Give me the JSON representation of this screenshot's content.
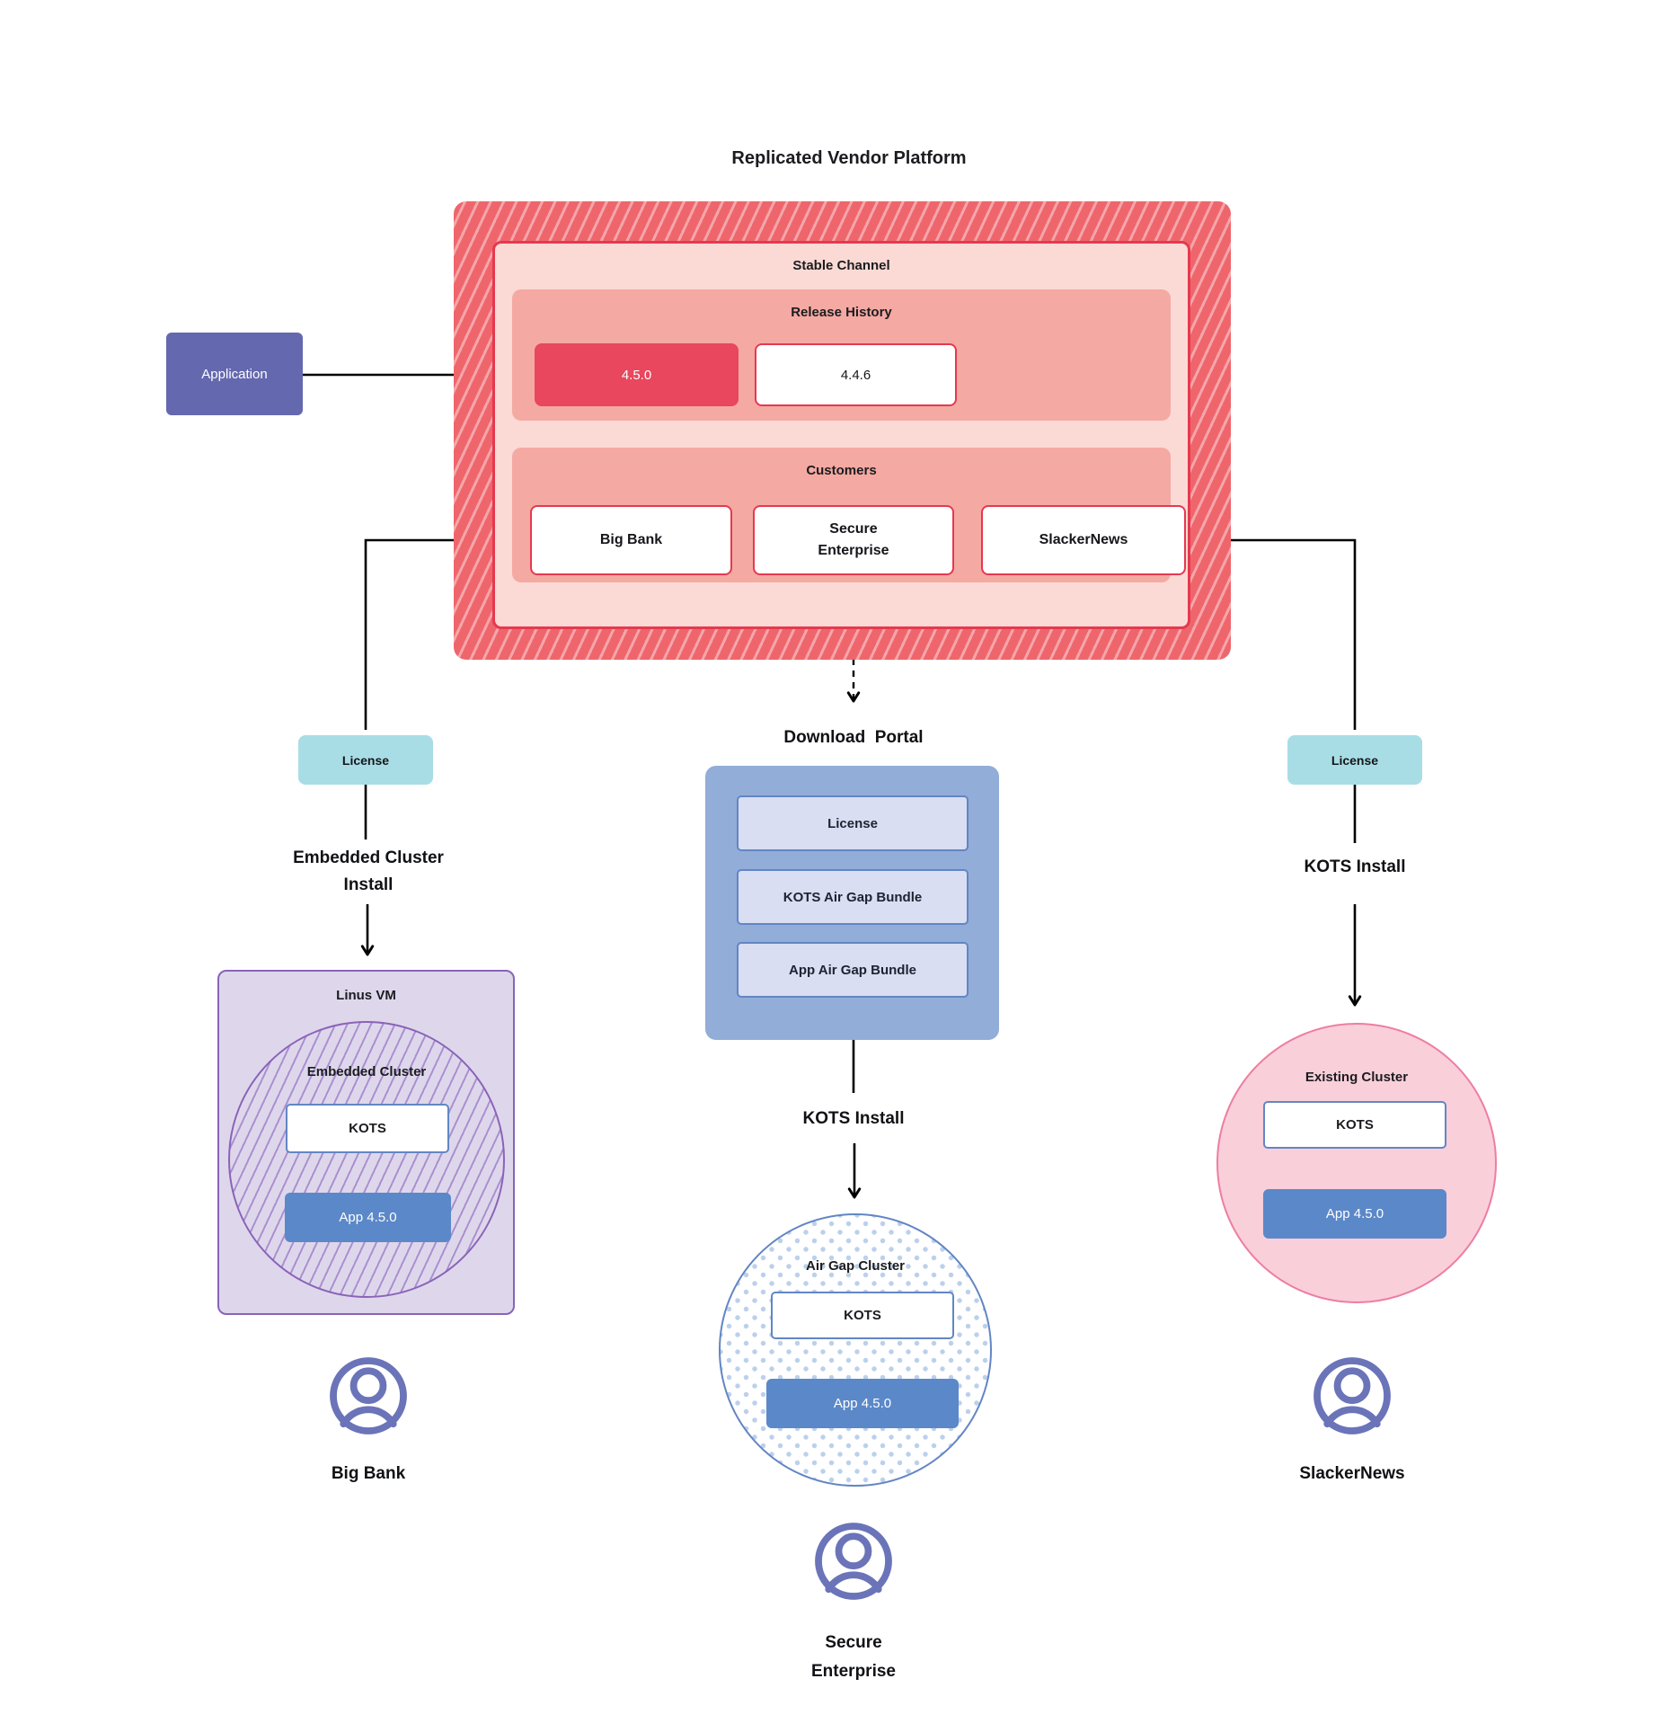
{
  "title": "Replicated Vendor Platform",
  "platform": {
    "stable_channel_label": "Stable Channel",
    "release_history": {
      "label": "Release History",
      "current_release": "4.5.0",
      "previous_release": "4.4.6"
    },
    "customers": {
      "label": "Customers",
      "items": [
        "Big Bank",
        "Secure\nEnterprise",
        "SlackerNews"
      ]
    }
  },
  "application_label": "Application",
  "download_portal": {
    "label": "Download  Portal",
    "items": [
      "License",
      "KOTS Air Gap Bundle",
      "App Air Gap Bundle"
    ]
  },
  "left_flow": {
    "license_label": "License",
    "install_label": "Embedded Cluster\nInstall",
    "vm_title": "Linus VM",
    "cluster_title": "Embedded Cluster",
    "kots_label": "KOTS",
    "app_label": "App 4.5.0",
    "customer_label": "Big Bank"
  },
  "center_flow": {
    "install_label": "KOTS Install",
    "cluster_title": "Air Gap Cluster",
    "kots_label": "KOTS",
    "app_label": "App 4.5.0",
    "customer_label": "Secure\nEnterprise"
  },
  "right_flow": {
    "license_label": "License",
    "install_label": "KOTS Install",
    "cluster_title": "Existing Cluster",
    "kots_label": "KOTS",
    "app_label": "App 4.5.0",
    "customer_label": "SlackerNews"
  },
  "colors": {
    "hatch_red_base": "#ee666c",
    "hatch_red_stripe": "#f5a6aa",
    "channel_bg": "#fbdad5",
    "panel_red_border": "#e5394f",
    "subpanel_bg": "#f5a9a3",
    "release_highlight_bg": "#e8475d",
    "application_bg": "#6468ae",
    "license_bg": "#a8dde6",
    "portal_bg": "#92add8",
    "portal_item_bg": "#d9def2",
    "portal_item_border": "#6286c4",
    "vm_bg": "#ded7ec",
    "vm_border": "#8a63b8",
    "purple_hatch_stripe": "#aa90cf",
    "dot_pattern": "#bcd0ec",
    "pink_circle_bg": "#f9cfda",
    "pink_circle_border": "#ee7da2",
    "kots_box_border": "#6286c4",
    "app_box_bg": "#5b88c8",
    "person_icon": "#6b74b8",
    "connector": "#000000"
  }
}
